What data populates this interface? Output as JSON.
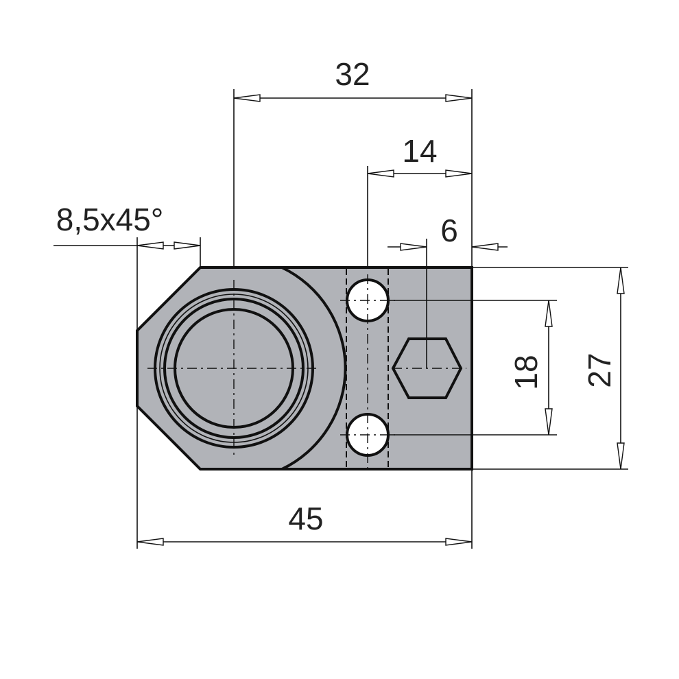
{
  "drawing": {
    "part_fill": "#b1b3b8",
    "dimensions": {
      "d32": "32",
      "d14": "14",
      "d6": "6",
      "chamfer": "8,5x45°",
      "d45": "45",
      "d18": "18",
      "d27": "27"
    }
  }
}
